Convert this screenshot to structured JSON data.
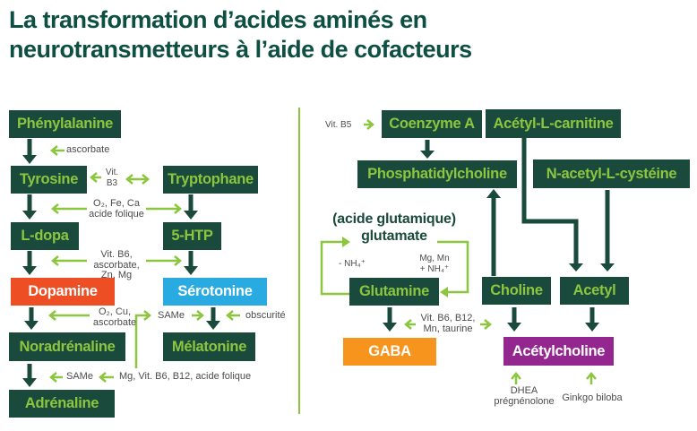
{
  "title": "La transformation d’acides aminés en\nneurotransmetteurs à l’aide de cofacteurs",
  "colors": {
    "title_text": "#0e4f44",
    "box_dark_green": "#1a4a3c",
    "box_text_green": "#8cc63f",
    "arrow_dark": "#1a4a3c",
    "arrow_light_green": "#8cc63f",
    "cofactor_text": "#4c4c4c",
    "dopamine_bg": "#ee4e23",
    "serotonine_bg": "#29abe2",
    "gaba_bg": "#f7941e",
    "acetylcholine_bg": "#93278f",
    "box_text_white": "#ffffff",
    "background": "#ffffff"
  },
  "left_pathway": {
    "nodes": {
      "phenylalanine": "Phénylalanine",
      "tyrosine": "Tyrosine",
      "tryptophane": "Tryptophane",
      "l_dopa": "L-dopa",
      "five_htp": "5-HTP",
      "dopamine": "Dopamine",
      "serotonine": "Sérotonine",
      "noradrenaline": "Noradrénaline",
      "melatonine": "Mélatonine",
      "adrenaline": "Adrénaline"
    },
    "cofactors": {
      "ascorbate": "ascorbate",
      "vit_b3": "Vit.\nB3",
      "o2_fe_ca": "O₂, Fe, Ca\nacide folique",
      "vit_b6_ascorbate_zn_mg": "Vit. B6,\nascorbate,\nZn, Mg",
      "o2_cu_ascorbate": "O₂, Cu,\nascorbate",
      "same_melatonine": "SAMe",
      "obscurite": "obscurité",
      "same_adrenaline": "SAMe",
      "mg_vit_b6_b12": "Mg, Vit. B6, B12, acide folique"
    }
  },
  "right_pathway": {
    "nodes": {
      "coenzyme_a": "Coenzyme A",
      "acetyl_l_carnitine": "Acétyl-L-carnitine",
      "phosphatidylcholine": "Phosphatidylcholine",
      "n_acetyl_l_cysteine": "N-acetyl-L-cystéine",
      "glutamate_label": "(acide glutamique)\nglutamate",
      "glutamine": "Glutamine",
      "choline": "Choline",
      "acetyl": "Acetyl",
      "gaba": "GABA",
      "acetylcholine": "Acétylcholine"
    },
    "cofactors": {
      "vit_b5": "Vit. B5",
      "minus_nh4": "- NH₄⁺",
      "mg_mn_plus_nh4": "Mg, Mn\n+ NH₄⁺",
      "vit_b6_b12_mn_taurine": "Vit. B6, B12,\nMn, taurine",
      "dhea_pregnenolone": "DHEA\nprégnénolone",
      "ginkgo_biloba": "Ginkgo biloba"
    }
  }
}
